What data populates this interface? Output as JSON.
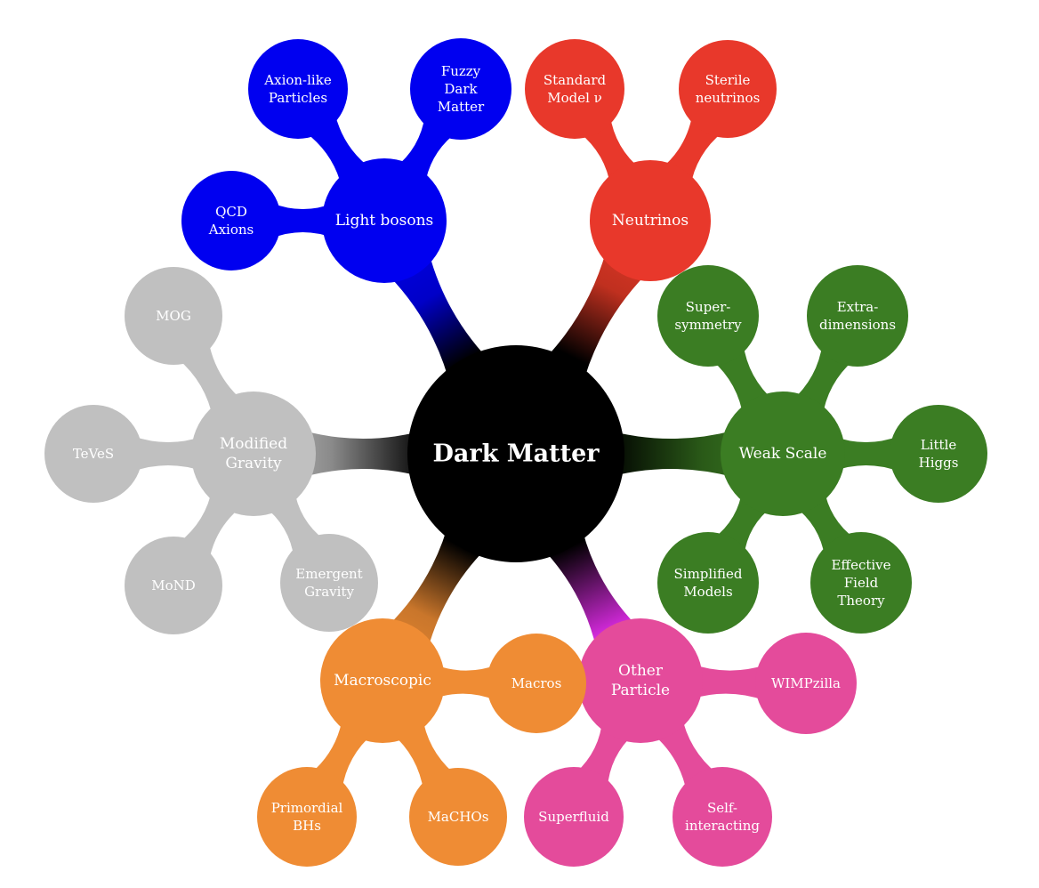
{
  "colors": {
    "center": "#000000",
    "light_bosons": "#0000f0",
    "neutrinos": "#e8382b",
    "weak_scale": "#3b7d23",
    "other_particle": "#e44b9b",
    "macroscopic": "#ef8c34",
    "modified_gravity": "#c0c0c0",
    "other_particle_link_glow": "#e02ce8"
  },
  "center": {
    "label": "Dark Matter"
  },
  "branches": [
    {
      "key": "light_bosons",
      "label": "Light bosons",
      "leaves": [
        {
          "lines": [
            "QCD",
            "Axions"
          ]
        },
        {
          "lines": [
            "Axion-like",
            "Particles"
          ]
        },
        {
          "lines": [
            "Fuzzy",
            "Dark",
            "Matter"
          ]
        }
      ]
    },
    {
      "key": "neutrinos",
      "label": "Neutrinos",
      "leaves": [
        {
          "lines": [
            "Standard",
            "Model ν"
          ]
        },
        {
          "lines": [
            "Sterile",
            "neutrinos"
          ]
        }
      ]
    },
    {
      "key": "weak_scale",
      "label": "Weak Scale",
      "leaves": [
        {
          "lines": [
            "Super-",
            "symmetry"
          ]
        },
        {
          "lines": [
            "Extra-",
            "dimensions"
          ]
        },
        {
          "lines": [
            "Little",
            "Higgs"
          ]
        },
        {
          "lines": [
            "Effective",
            "Field",
            "Theory"
          ]
        },
        {
          "lines": [
            "Simplified",
            "Models"
          ]
        }
      ]
    },
    {
      "key": "other_particle",
      "label_lines": [
        "Other",
        "Particle"
      ],
      "leaves": [
        {
          "lines": [
            "WIMPzilla"
          ]
        },
        {
          "lines": [
            "Self-",
            "interacting"
          ]
        },
        {
          "lines": [
            "Superfluid"
          ]
        }
      ]
    },
    {
      "key": "macroscopic",
      "label": "Macroscopic",
      "leaves": [
        {
          "lines": [
            "Macros"
          ]
        },
        {
          "lines": [
            "MaCHOs"
          ]
        },
        {
          "lines": [
            "Primordial",
            "BHs"
          ]
        }
      ]
    },
    {
      "key": "modified_gravity",
      "label_lines": [
        "Modified",
        "Gravity"
      ],
      "leaves": [
        {
          "lines": [
            "MOG"
          ]
        },
        {
          "lines": [
            "TeVeS"
          ]
        },
        {
          "lines": [
            "MoND"
          ]
        },
        {
          "lines": [
            "Emergent",
            "Gravity"
          ]
        }
      ]
    }
  ]
}
